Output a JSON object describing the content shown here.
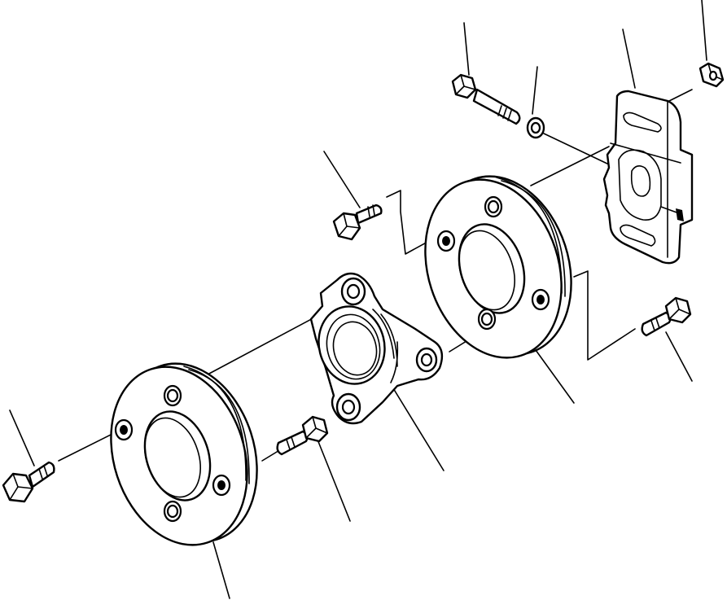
{
  "diagram": {
    "type": "exploded-parts-view",
    "parts": [
      {
        "name": "upper-bolt"
      },
      {
        "name": "washer"
      },
      {
        "name": "clamp-bracket"
      },
      {
        "name": "nut"
      },
      {
        "name": "small-bolt"
      },
      {
        "name": "rear-flange-disc"
      },
      {
        "name": "right-bolt"
      },
      {
        "name": "center-bearing-housing"
      },
      {
        "name": "front-flange-disc"
      },
      {
        "name": "lower-bolt"
      },
      {
        "name": "left-bolt"
      }
    ],
    "callout_labels": []
  }
}
